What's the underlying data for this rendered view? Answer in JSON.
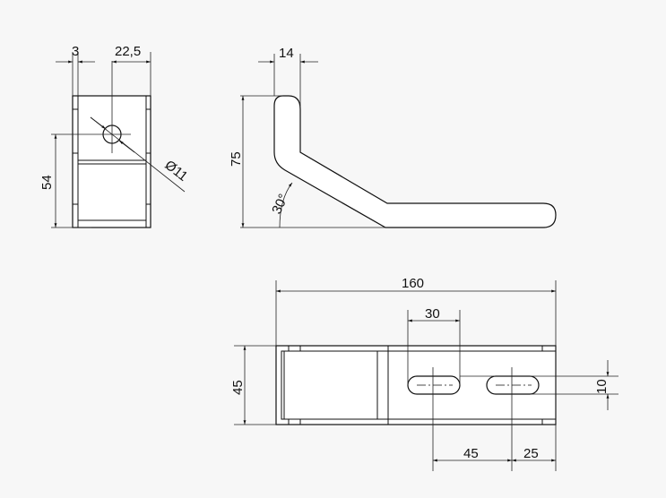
{
  "front_view": {
    "dim_thickness": "3",
    "dim_hole_offset": "22,5",
    "dim_hole_height": "54",
    "dim_hole_diameter": "Ø11"
  },
  "side_view": {
    "dim_width": "14",
    "dim_height": "75",
    "dim_angle": "30°"
  },
  "top_view": {
    "dim_length": "160",
    "dim_slot_length": "30",
    "dim_width": "45",
    "dim_slot_spacing": "45",
    "dim_slot_edge": "25",
    "dim_slot_width": "10"
  }
}
